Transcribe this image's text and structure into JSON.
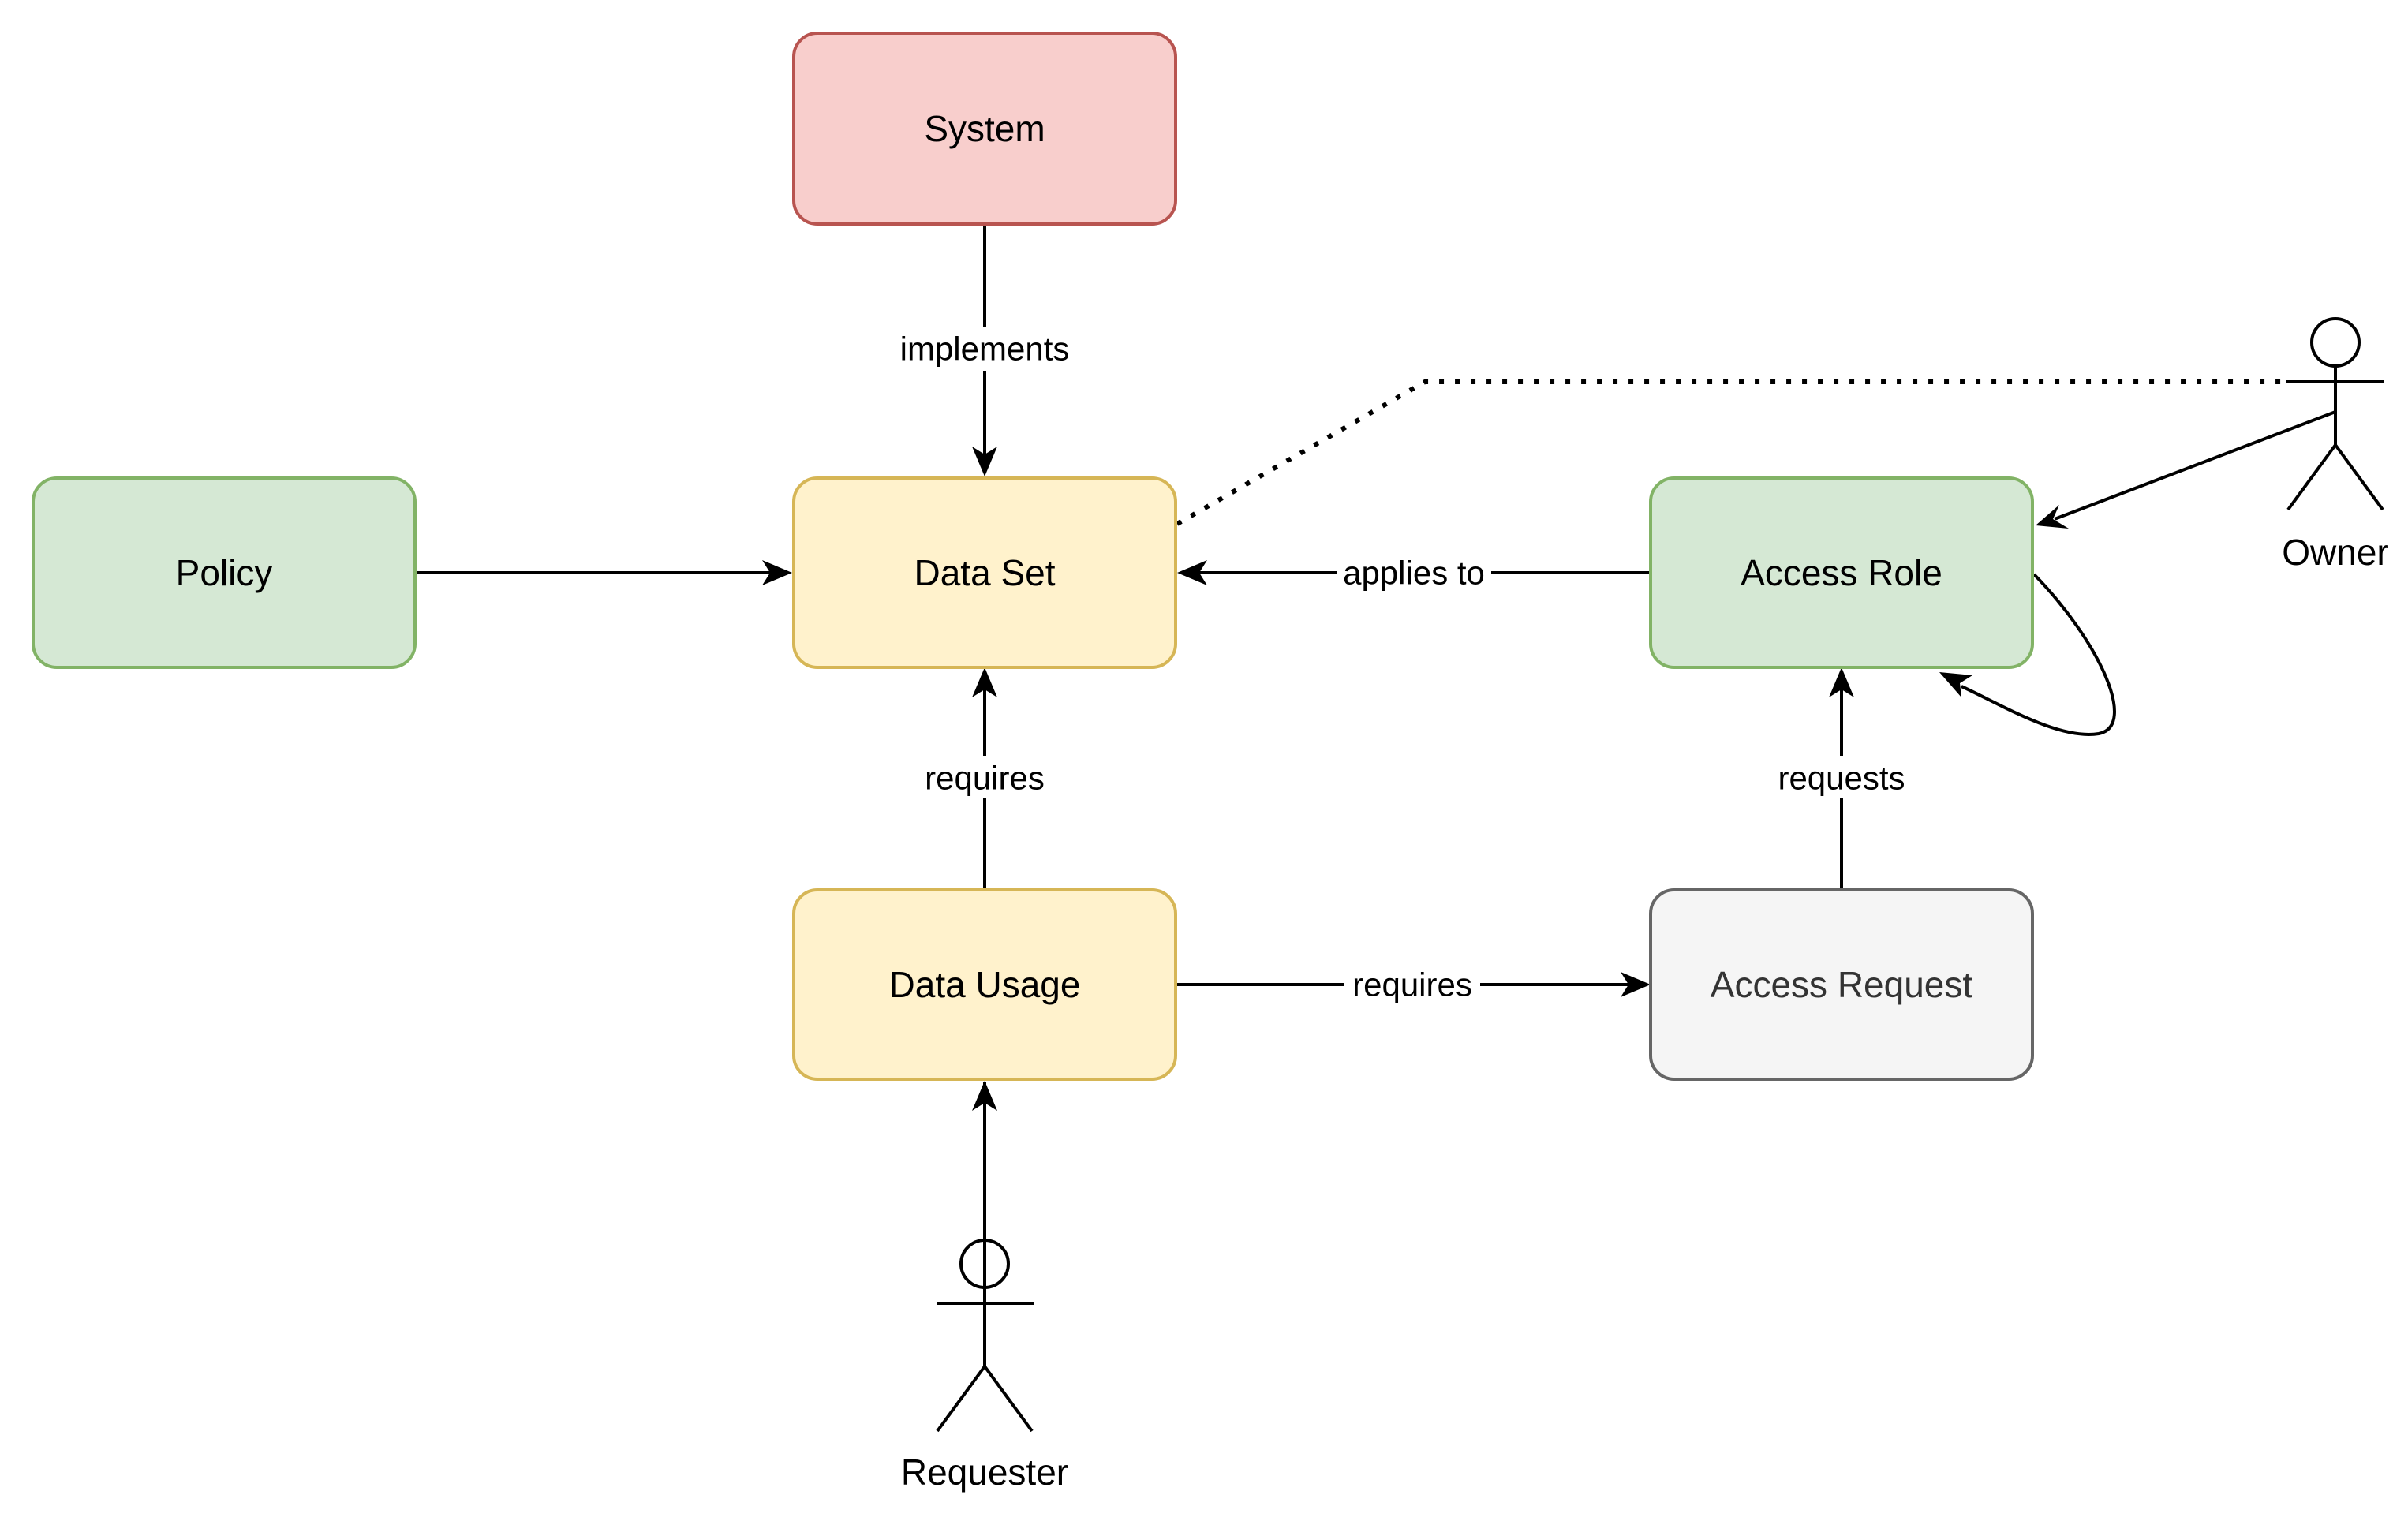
{
  "colors": {
    "red_fill": "#f8cecc",
    "red_stroke": "#b85450",
    "yellow_fill": "#fff2cc",
    "yellow_stroke": "#d6b656",
    "green_fill": "#d5e8d4",
    "green_stroke": "#82b366",
    "gray_fill": "#f5f5f5",
    "gray_stroke": "#666666",
    "gray_text": "#333333",
    "line": "#000000"
  },
  "nodes": {
    "system": "System",
    "data_set": "Data Set",
    "policy": "Policy",
    "access_role": "Access Role",
    "data_usage": "Data Usage",
    "access_request": "Access Request"
  },
  "actors": {
    "owner": "Owner",
    "requester": "Requester"
  },
  "edges": {
    "implements": "implements",
    "applies_to": "applies to",
    "requires_up": "requires",
    "requires_right": "requires",
    "requests": "requests"
  }
}
